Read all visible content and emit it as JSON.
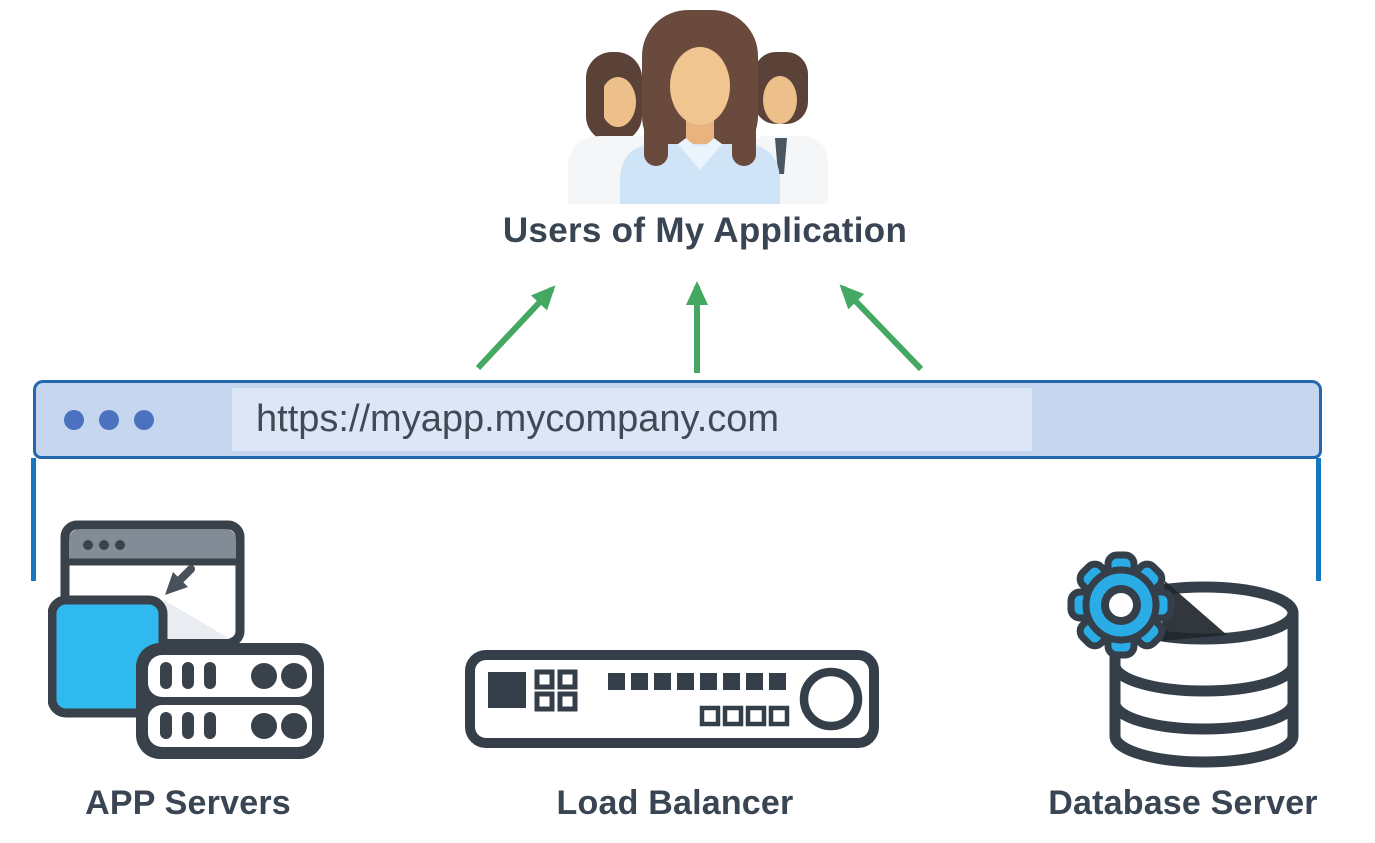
{
  "title": "Users of My Application",
  "browser_bar": {
    "url": "https://myapp.mycompany.com",
    "window_control_dots": 3
  },
  "nodes": [
    {
      "id": "app-servers",
      "label": "APP Servers"
    },
    {
      "id": "load-balancer",
      "label": "Load Balancer"
    },
    {
      "id": "database-server",
      "label": "Database Server"
    }
  ],
  "arrows": {
    "count": 3,
    "direction": "up-from-browser-bar-to-users",
    "color": "#44a862"
  },
  "icons": [
    "users-group-icon",
    "browser-bar",
    "app-servers-icon",
    "load-balancer-icon",
    "database-server-icon",
    "gear-icon"
  ],
  "colors": {
    "text_dark": "#3a4553",
    "arrow_green": "#44a862",
    "bar_fill": "#c7d6ef",
    "bar_border": "#2368ae",
    "address_fill": "#dde6f6",
    "dot_blue": "#4a72bf",
    "connector_blue": "#1577c0",
    "icon_outline": "#39424b",
    "icon_cyan": "#30b9ee",
    "gear_blue": "#2aade7",
    "titlebar_gray": "#828b96",
    "shirt_blue": "#cfe4f7",
    "hair_brown": "#6b4a3e",
    "skin_tan": "#f1c58f"
  }
}
